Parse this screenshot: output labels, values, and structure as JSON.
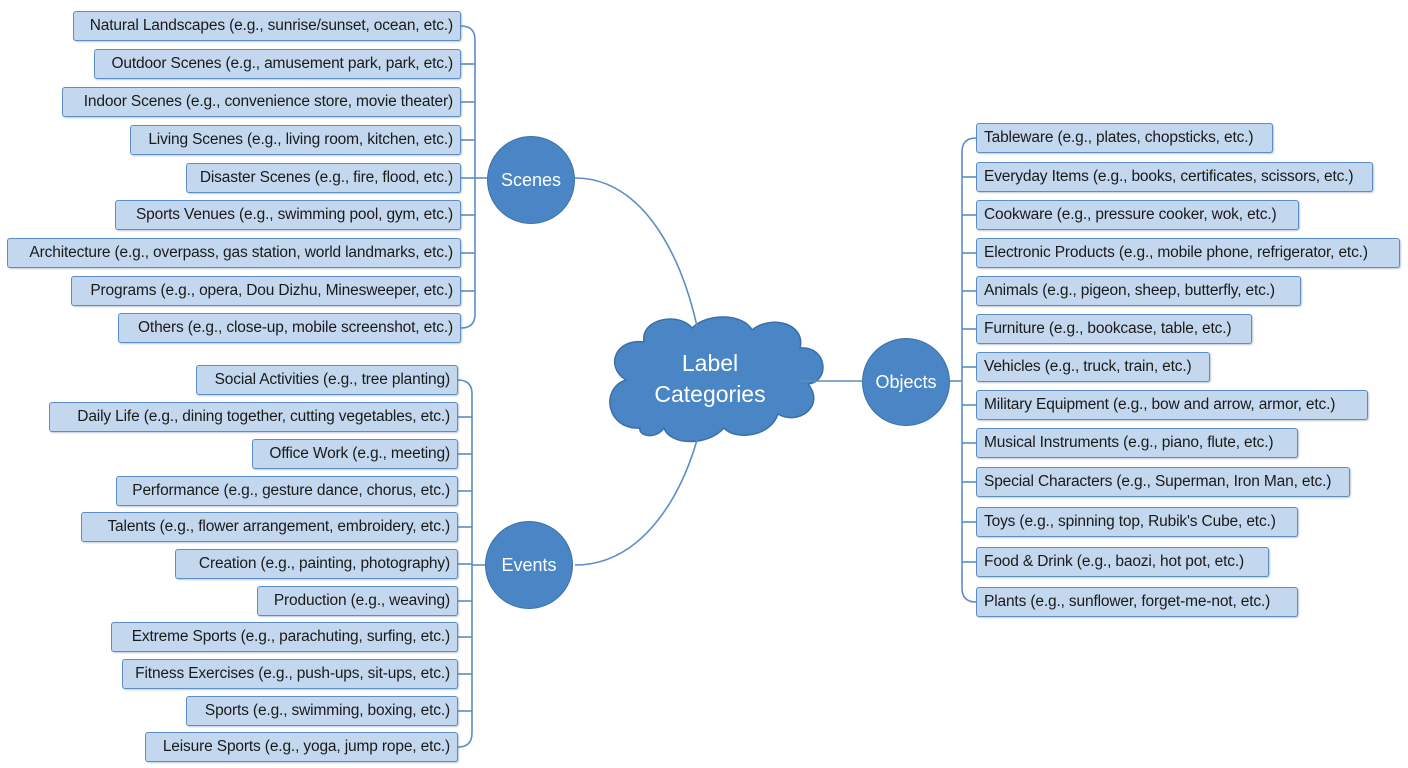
{
  "center": {
    "line1": "Label",
    "line2": "Categories"
  },
  "branches": {
    "scenes": {
      "label": "Scenes",
      "items": [
        "Natural Landscapes (e.g., sunrise/sunset, ocean, etc.)",
        "Outdoor Scenes (e.g., amusement park, park, etc.)",
        "Indoor Scenes (e.g., convenience store, movie theater)",
        "Living Scenes (e.g., living room, kitchen, etc.)",
        "Disaster Scenes (e.g., fire, flood, etc.)",
        "Sports Venues (e.g., swimming pool, gym, etc.)",
        "Architecture (e.g., overpass, gas station, world landmarks, etc.)",
        "Programs (e.g., opera, Dou Dizhu, Minesweeper, etc.)",
        "Others (e.g., close-up, mobile screenshot, etc.)"
      ]
    },
    "events": {
      "label": "Events",
      "items": [
        "Social Activities (e.g., tree planting)",
        "Daily Life (e.g., dining together, cutting vegetables, etc.)",
        "Office Work (e.g., meeting)",
        "Performance (e.g., gesture dance, chorus, etc.)",
        "Talents (e.g., flower arrangement, embroidery, etc.)",
        "Creation (e.g., painting, photography)",
        "Production (e.g., weaving)",
        "Extreme Sports (e.g., parachuting, surfing, etc.)",
        "Fitness Exercises (e.g., push-ups, sit-ups, etc.)",
        "Sports (e.g., swimming, boxing, etc.)",
        "Leisure Sports (e.g., yoga, jump rope, etc.)"
      ]
    },
    "objects": {
      "label": "Objects",
      "items": [
        "Tableware (e.g., plates, chopsticks, etc.)",
        "Everyday Items (e.g., books, certificates, scissors, etc.)",
        "Cookware (e.g., pressure cooker, wok, etc.)",
        "Electronic Products (e.g., mobile phone, refrigerator, etc.)",
        "Animals (e.g., pigeon, sheep, butterfly, etc.)",
        "Furniture (e.g., bookcase, table, etc.)",
        "Vehicles (e.g., truck, train, etc.)",
        "Military Equipment (e.g., bow and arrow, armor, etc.)",
        "Musical Instruments (e.g., piano, flute, etc.)",
        "Special Characters (e.g., Superman, Iron Man, etc.)",
        "Toys (e.g., spinning top, Rubik's Cube, etc.)",
        "Food & Drink (e.g., baozi, hot pot, etc.)",
        "Plants (e.g., sunflower, forget-me-not, etc.)"
      ]
    }
  },
  "colors": {
    "node_fill": "#4a86c5",
    "leaf_fill": "#c3d8ef",
    "leaf_border": "#5b8ec4",
    "connector": "#5b8ec4"
  }
}
